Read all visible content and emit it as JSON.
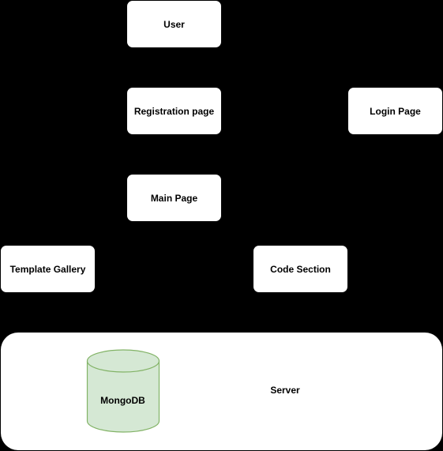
{
  "nodes": {
    "user": "User",
    "registration": "Registration page",
    "login": "Login Page",
    "main": "Main Page",
    "template_gallery": "Template Gallery",
    "code_section": "Code Section",
    "server": "Server",
    "database": "MongoDB"
  },
  "colors": {
    "background": "#000000",
    "box_fill": "#ffffff",
    "db_fill": "#d5e8d4",
    "db_stroke": "#82b366"
  }
}
